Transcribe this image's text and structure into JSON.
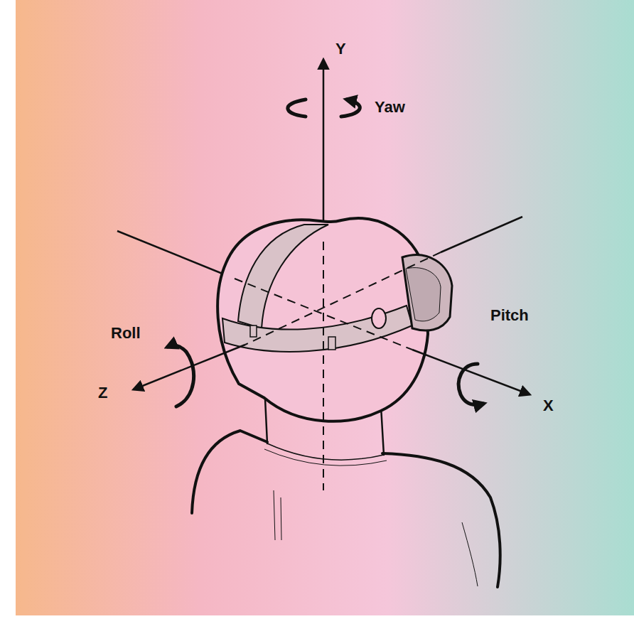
{
  "diagram": {
    "labels": [
      "Y",
      "Yaw",
      "Roll",
      "Pitch",
      "Z",
      "X"
    ]
  }
}
